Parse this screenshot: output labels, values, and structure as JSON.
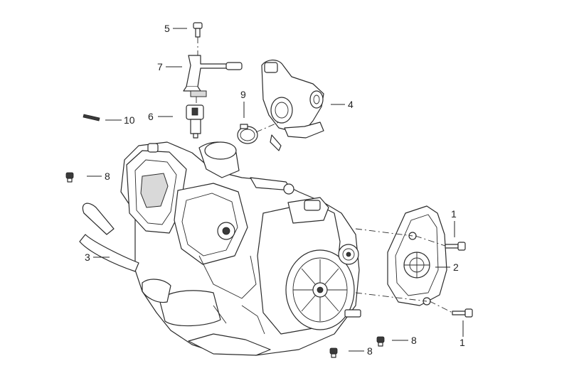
{
  "callouts": [
    {
      "id": "c1a",
      "label": "1"
    },
    {
      "id": "c1b",
      "label": "1"
    },
    {
      "id": "c2",
      "label": "2"
    },
    {
      "id": "c3",
      "label": "3"
    },
    {
      "id": "c4",
      "label": "4"
    },
    {
      "id": "c5",
      "label": "5"
    },
    {
      "id": "c6",
      "label": "6"
    },
    {
      "id": "c7",
      "label": "7"
    },
    {
      "id": "c8a",
      "label": "8"
    },
    {
      "id": "c8b",
      "label": "8"
    },
    {
      "id": "c8c",
      "label": "8"
    },
    {
      "id": "c9",
      "label": "9"
    },
    {
      "id": "c10",
      "label": "10"
    }
  ],
  "colors": {
    "line": "#2b2b2b",
    "background": "#ffffff",
    "shade": "#d9d9d9"
  }
}
